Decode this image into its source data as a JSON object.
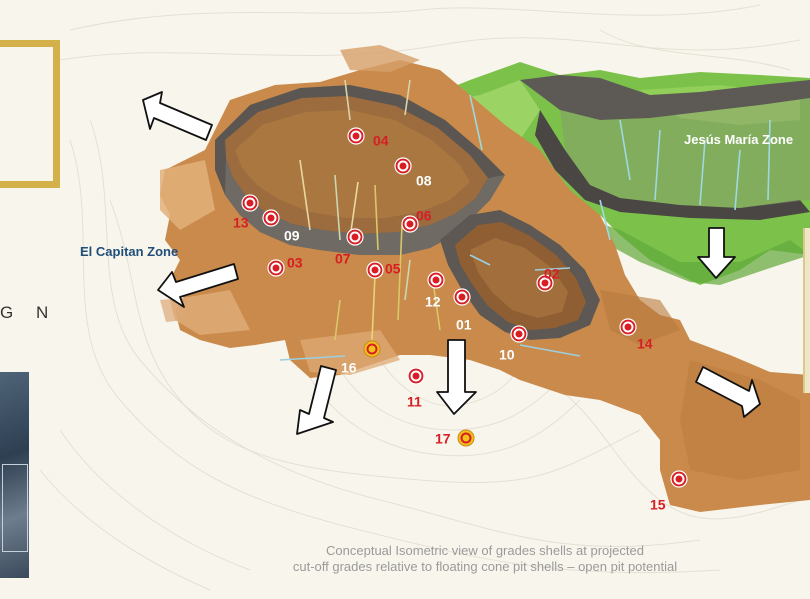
{
  "zones": {
    "jesus_maria": "Jesús María Zone",
    "el_capitan": "El Capitan Zone"
  },
  "side_text": "G N",
  "caption": {
    "line1": "Conceptual Isometric view of grades shells at projected",
    "line2": "cut-off grades relative to floating cone pit shells – open pit potential"
  },
  "drill_holes": {
    "h01": "01",
    "h02": "02",
    "h03": "03",
    "h04": "04",
    "h05": "05",
    "h06": "06",
    "h07": "07",
    "h08": "08",
    "h09": "09",
    "h10": "10",
    "h11": "11",
    "h12": "12",
    "h13": "13",
    "h14": "14",
    "h15": "15",
    "h16": "16",
    "h17": "17"
  },
  "colors": {
    "background": "#f8f5ec",
    "orange_shell": "#c98a4b",
    "green_shell": "#7cc24a",
    "pit_grey": "#6f6a66",
    "marker_red": "#d81e25",
    "marker_yellow": "#f2c21b",
    "zone_label_blue": "#1f4e79",
    "gold_frame": "#d3b04a"
  }
}
